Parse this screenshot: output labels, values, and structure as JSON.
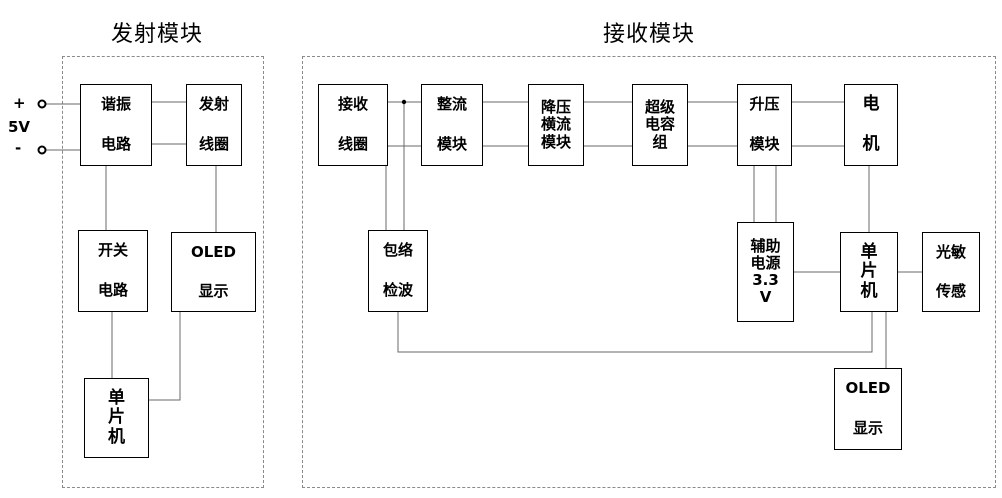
{
  "transmitter": {
    "title": "发射模块",
    "power": {
      "plus": "+",
      "voltage": "5V",
      "minus": "-"
    },
    "blocks": {
      "resonant_circuit": [
        "谐振",
        "电路"
      ],
      "transmit_coil": [
        "发射",
        "线圈"
      ],
      "switch_circuit": [
        "开关",
        "电路"
      ],
      "oled_display": [
        "OLED",
        "显示"
      ],
      "mcu": [
        "单",
        "片",
        "机"
      ]
    }
  },
  "receiver": {
    "title": "接收模块",
    "blocks": {
      "receive_coil": [
        "接收",
        "线圈"
      ],
      "rectifier": [
        "整流",
        "模块"
      ],
      "buck_cc": [
        "降压",
        "横流",
        "模块"
      ],
      "supercap": [
        "超级",
        "电容",
        "组"
      ],
      "boost": [
        "升压",
        "模块"
      ],
      "motor": [
        "电",
        "机"
      ],
      "envelope_detector": [
        "包络",
        "检波"
      ],
      "aux_power": [
        "辅助",
        "电源",
        "3.3",
        "V"
      ],
      "mcu": [
        "单",
        "片",
        "机"
      ],
      "light_sensor": [
        "光敏",
        "传感"
      ],
      "oled_display": [
        "OLED",
        "显示"
      ]
    }
  }
}
